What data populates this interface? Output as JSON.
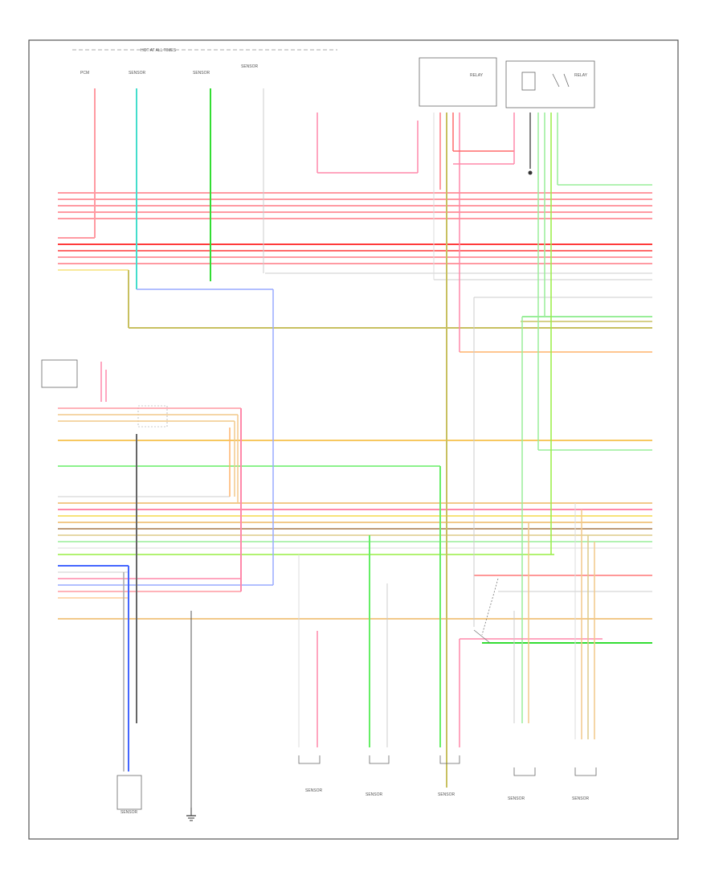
{
  "header": {
    "title": "HOT AT ALL TIMES"
  },
  "page_id": "",
  "colors": {
    "border": "#555555",
    "pink": "#ff9aa2",
    "red": "#ff3b3b",
    "green": "#33dd33",
    "lightgreen": "#99ee99",
    "yellow": "#f7e27a",
    "tan": "#f2c98a",
    "orange": "#ffb36b",
    "olive": "#c8c060",
    "blue": "#4466ff",
    "lightblue": "#99aaff",
    "purple": "#aa55aa",
    "gray": "#bbbbbb",
    "dark": "#333333"
  },
  "components": {
    "top_left": [
      "PCM",
      "SENSOR",
      "SENSOR",
      "SENSOR"
    ],
    "relays": [
      "RELAY",
      "RELAY"
    ],
    "bottom": [
      "SENSOR",
      "SENSOR",
      "SENSOR",
      "SENSOR",
      "SENSOR",
      "SENSOR"
    ]
  },
  "connectors": {
    "left": [
      "",
      "",
      ""
    ],
    "right": [
      "",
      "",
      ""
    ]
  },
  "notes": []
}
